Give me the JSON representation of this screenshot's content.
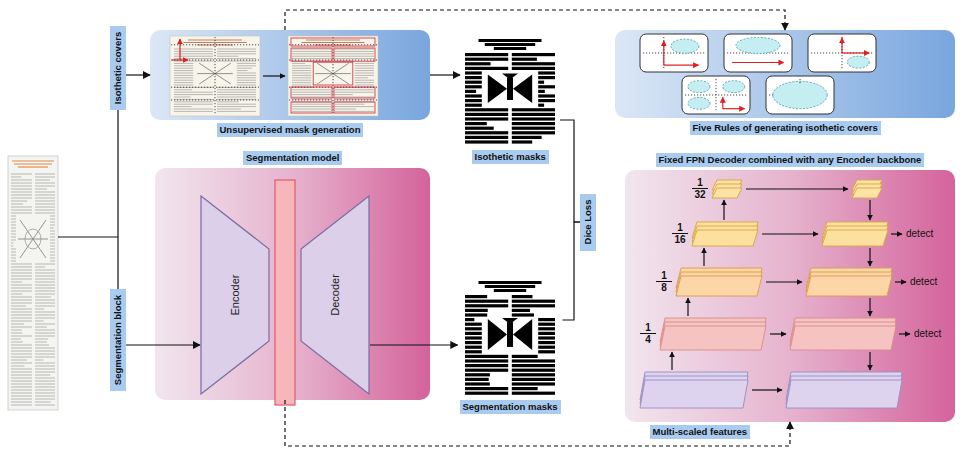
{
  "diagram": {
    "nodes": [
      {
        "text": [
          "Isothetic covers"
        ]
      },
      {
        "text": [
          "Segmentation block"
        ]
      },
      {
        "text": [
          "Unsupervised mask generation"
        ]
      },
      {
        "text": [
          "Isothetic masks"
        ]
      },
      {
        "text": [
          "Segmentation model"
        ]
      },
      {
        "text": [
          "Encoder"
        ],
        "in": 4
      },
      {
        "text": [
          "Decoder"
        ],
        "in": 4
      },
      {
        "text": [
          "Segmentation masks"
        ]
      },
      {
        "text": [
          "Dice Loss"
        ]
      },
      {
        "text": [
          "Five Rules of generating isothetic covers"
        ]
      },
      {
        "text": [
          "Fixed FPN Decoder combined with any Encoder backbone",
          "Multi-scaled features"
        ]
      }
    ],
    "edges": [
      {
        "from": 0,
        "to": 2,
        "arrow": "to"
      },
      {
        "from": 2,
        "to": 3,
        "arrow": "to"
      },
      {
        "from": 2,
        "to": 9,
        "arrow": "to"
      },
      {
        "from": 1,
        "to": 5,
        "arrow": "to"
      },
      {
        "from": 6,
        "to": 7,
        "arrow": "to"
      },
      {
        "from": 4,
        "to": 10,
        "arrow": "to"
      },
      {
        "from": 3,
        "to": 8,
        "arrow": "none"
      },
      {
        "from": 7,
        "to": 8,
        "arrow": "none"
      }
    ],
    "labels": [
      "1",
      "32",
      "1",
      "16",
      "1",
      "8",
      "1",
      "4",
      "detect",
      "detect",
      "detect"
    ]
  }
}
